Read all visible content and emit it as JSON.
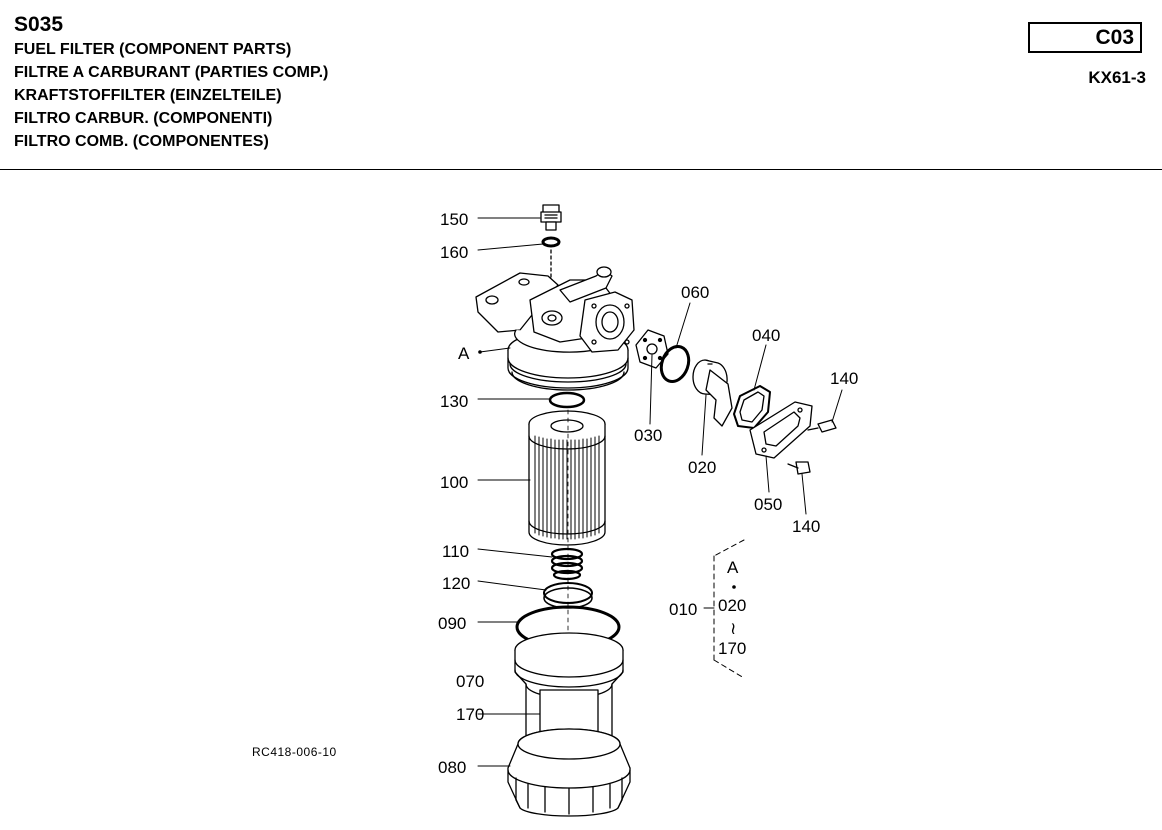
{
  "header": {
    "code": "S035",
    "titles": [
      "FUEL FILTER (COMPONENT PARTS)",
      "FILTRE A CARBURANT (PARTIES COMP.)",
      "KRAFTSTOFFILTER (EINZELTEILE)",
      "FILTRO CARBUR. (COMPONENTI)",
      "FILTRO COMB. (COMPONENTES)"
    ],
    "sheet": "C03",
    "model": "KX61-3"
  },
  "diagram": {
    "labels": {
      "p150": "150",
      "p160": "160",
      "pA": "A",
      "p130": "130",
      "p100": "100",
      "p110": "110",
      "p120": "120",
      "p090": "090",
      "p070": "070",
      "p170": "170",
      "p080": "080",
      "p060": "060",
      "p030": "030",
      "p020": "020",
      "p040": "040",
      "p140a": "140",
      "p050": "050",
      "p140b": "140"
    },
    "assembly": {
      "label": "010",
      "ref": "A",
      "from": "020",
      "range_mark": "≀",
      "to": "170"
    },
    "reference": "RC418-006-10"
  }
}
